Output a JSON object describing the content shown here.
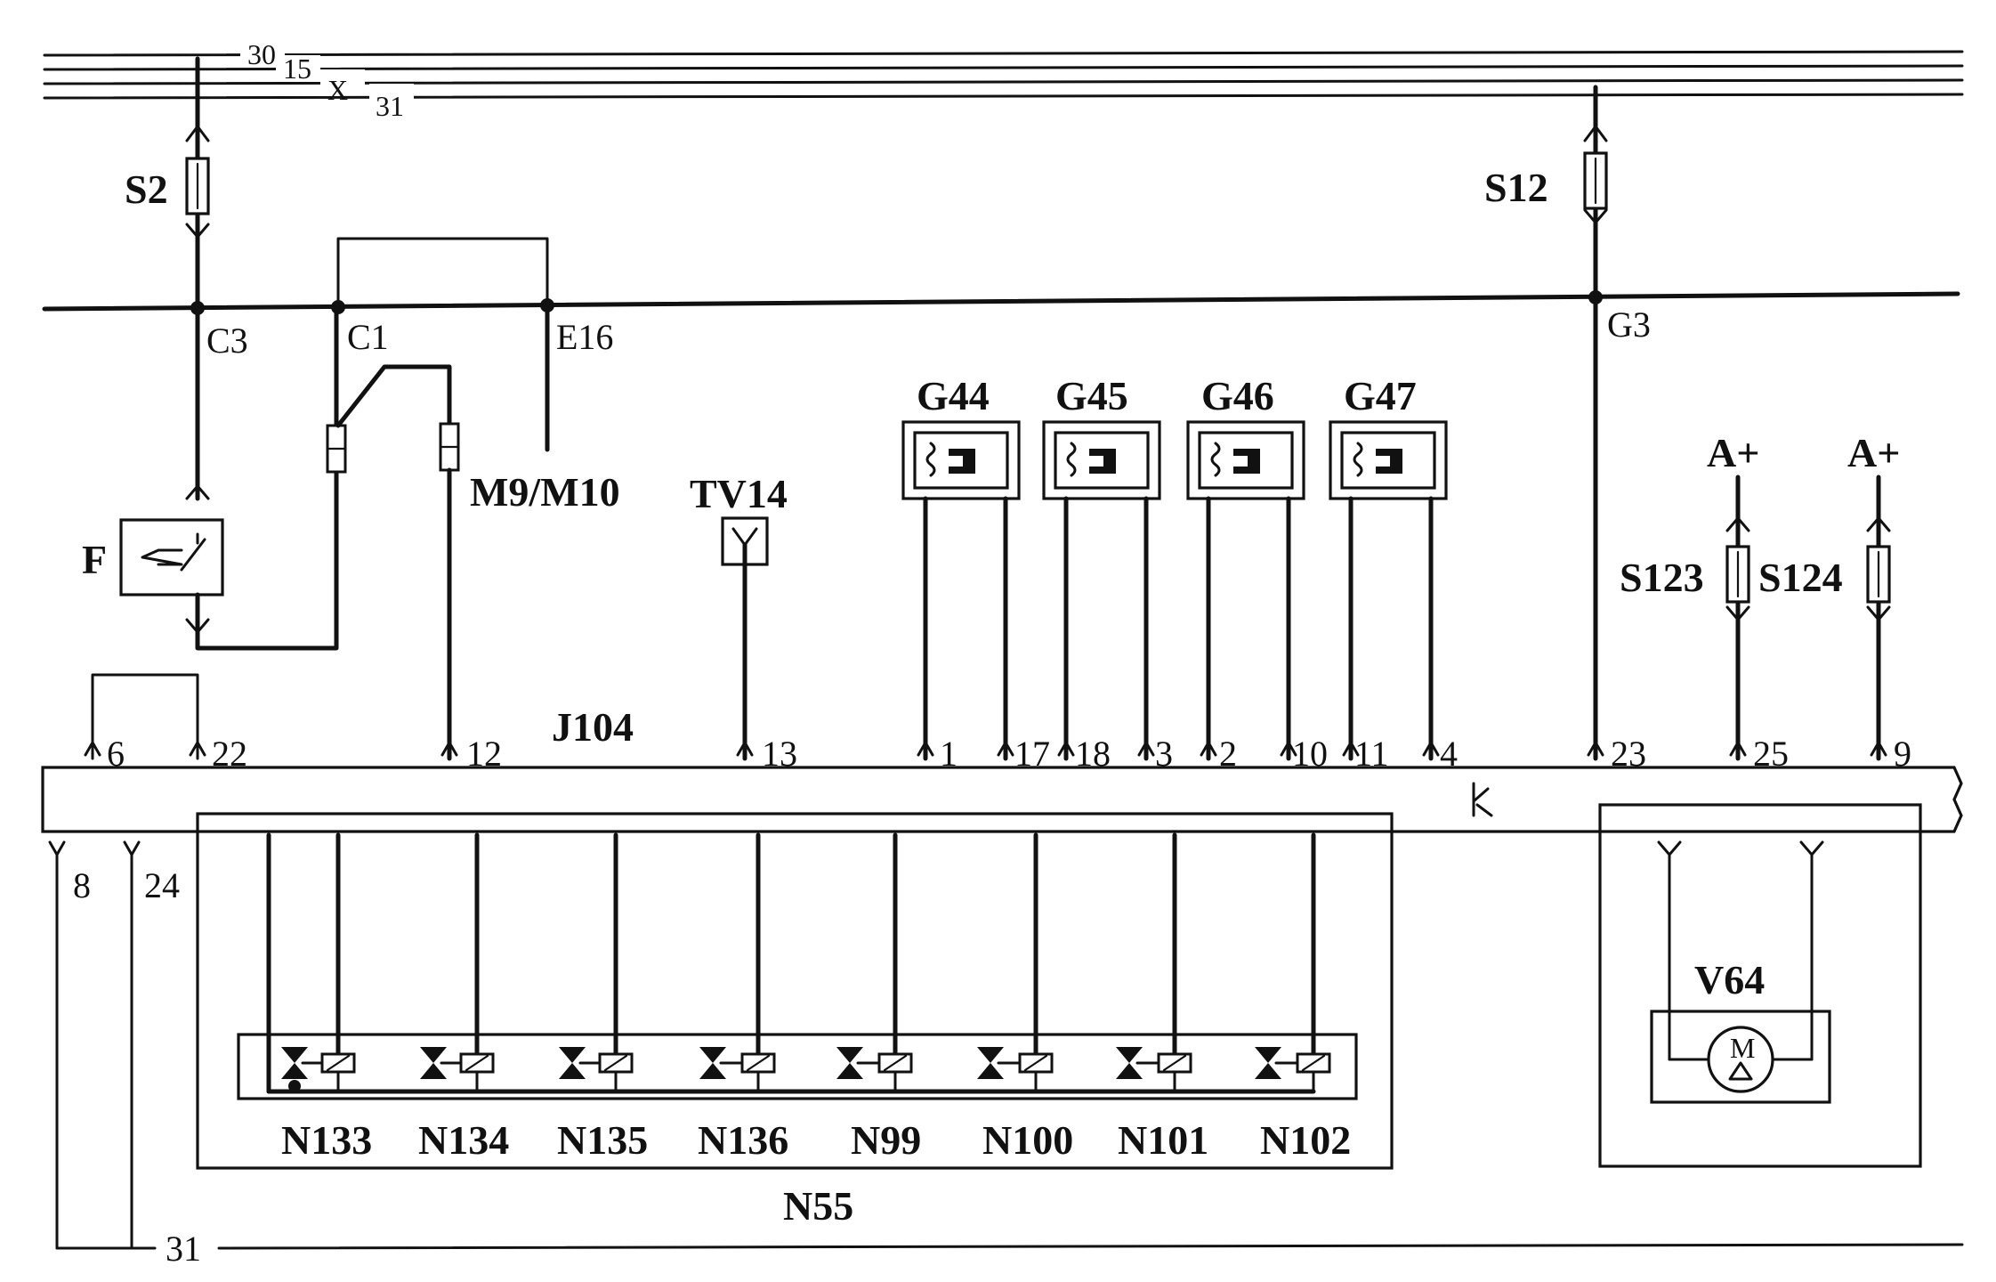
{
  "rails": {
    "r30": "30",
    "r15": "15",
    "rx": "X",
    "r31": "31"
  },
  "fuses": {
    "s2": "S2",
    "s12": "S12",
    "s123": "S123",
    "s124": "S124"
  },
  "nodes": {
    "c3": "C3",
    "c1": "C1",
    "e16": "E16",
    "g3": "G3"
  },
  "components": {
    "f": "F",
    "m9m10": "M9/M10",
    "tv14": "TV14",
    "j104": "J104",
    "v64": "V64",
    "motor_m": "M",
    "n55": "N55",
    "aplus": "A+"
  },
  "sensors": [
    "G44",
    "G45",
    "G46",
    "G47"
  ],
  "pins": {
    "p6": "6",
    "p22": "22",
    "p12": "12",
    "p13": "13",
    "p1": "1",
    "p17": "17",
    "p18": "18",
    "p3": "3",
    "p2": "2",
    "p10": "10",
    "p11": "11",
    "p4": "4",
    "p23": "23",
    "p25": "25",
    "p9": "9",
    "p8": "8",
    "p24": "24",
    "gnd": "31"
  },
  "valves": [
    "N133",
    "N134",
    "N135",
    "N136",
    "N99",
    "N100",
    "N101",
    "N102"
  ]
}
